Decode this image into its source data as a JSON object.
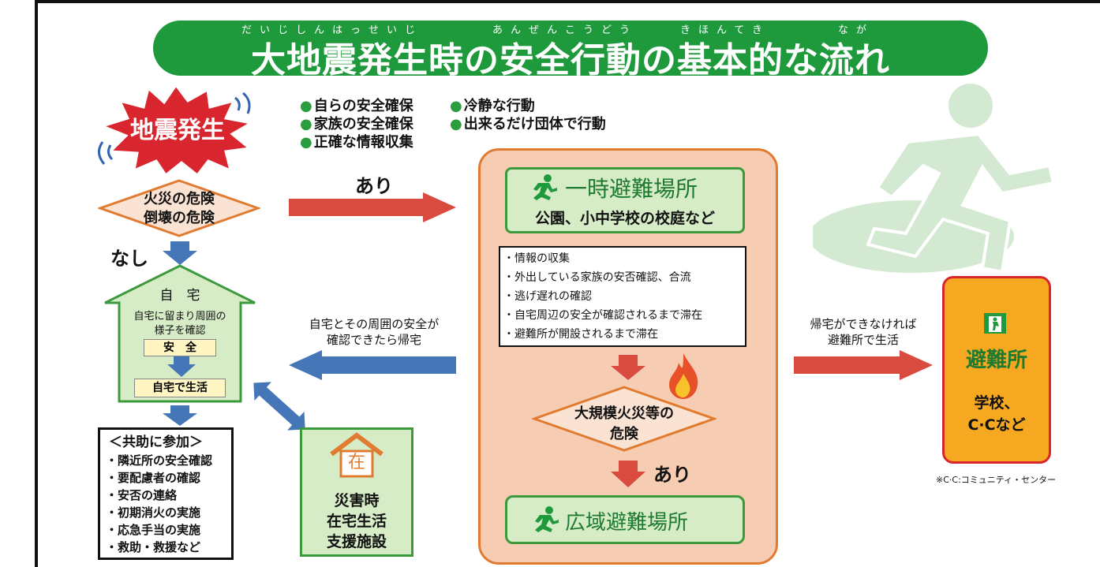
{
  "title": {
    "ruby": [
      "だいじしんはっせいじ",
      "あんぜんこうどう",
      "きほんてき",
      "なが"
    ],
    "text": "大地震発生時の安全行動の基本的な流れ"
  },
  "principles": [
    "自らの安全確保",
    "冷静な行動",
    "家族の安全確保",
    "出来るだけ団体で行動",
    "正確な情報収集"
  ],
  "earthquake": "地震発生",
  "danger_check": [
    "火災の危険",
    "倒壊の危険"
  ],
  "branch": {
    "yes": "あり",
    "no": "なし",
    "yes2": "あり"
  },
  "home": {
    "title": "自　宅",
    "desc": [
      "自宅に留まり周囲の",
      "様子を確認"
    ],
    "safe": "安　全",
    "live": "自宅で生活"
  },
  "kyojo": {
    "title": "＜共助に参加＞",
    "items": [
      "・隣近所の安全確認",
      "・要配慮者の確認",
      "・安否の連絡",
      "・初期消火の実施",
      "・応急手当の実施",
      "・救助・救援など"
    ]
  },
  "return_home": [
    "自宅とその周囲の安全が",
    "確認できたら帰宅"
  ],
  "support": {
    "icon_char": "在",
    "lines": [
      "災害時",
      "在宅生活",
      "支援施設"
    ]
  },
  "temp_site": {
    "title": "一時避難場所",
    "sub": "公園、小中学校の校庭など",
    "items": [
      "・情報の収集",
      "・外出している家族の安否確認、合流",
      "・逃げ遅れの確認",
      "・自宅周辺の安全が確認されるまで滞在",
      "・避難所が開設されるまで滞在"
    ]
  },
  "fire_check": [
    "大規模火災等の",
    "危険"
  ],
  "wide_site": {
    "title": "広域避難場所"
  },
  "shelter_note": [
    "帰宅ができなければ",
    "避難所で生活"
  ],
  "shelter": {
    "title": "避難所",
    "lines": [
      "学校、",
      "C·Cなど"
    ]
  },
  "footnote": "※C·C:コミュニティ・センター",
  "colors": {
    "green": "#1e9a3c",
    "red_arrow": "#d94b3f",
    "blue_arrow": "#4577b8",
    "orange": "#e07b30",
    "panel": "#f6cdb2",
    "shelter_fill": "#f5a820"
  }
}
